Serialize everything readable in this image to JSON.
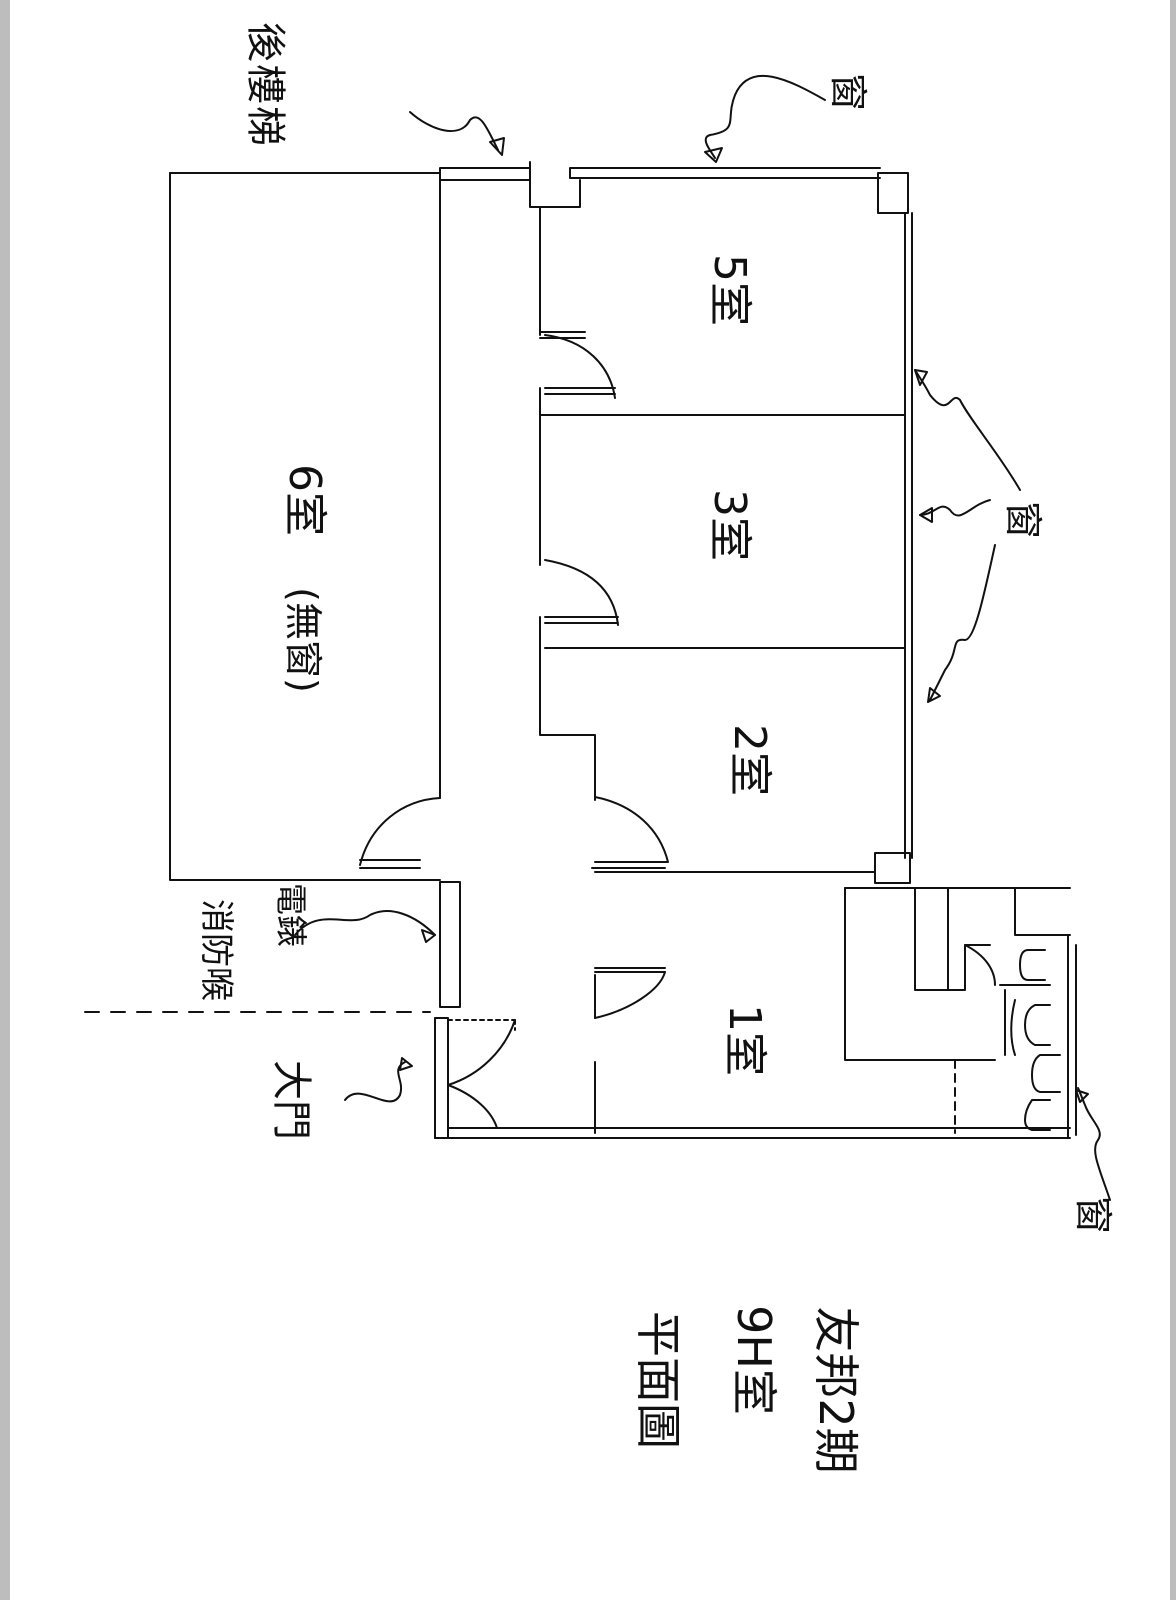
{
  "rooms": {
    "room5": "5室",
    "room3": "3室",
    "room2": "2室",
    "room6": "6室",
    "room6_note": "(無窗)",
    "room1": "1室"
  },
  "labels": {
    "back_stairs": "後樓梯",
    "window": "窗",
    "utility": "電錶",
    "fire_hose": "消防喉",
    "main_door": "大門"
  },
  "title": {
    "line1": "友邦2期",
    "line2": "9H室",
    "line3": "平面圖"
  },
  "colors": {
    "ink": "#111111",
    "paper": "#ffffff",
    "frame": "#bdbdbd"
  }
}
